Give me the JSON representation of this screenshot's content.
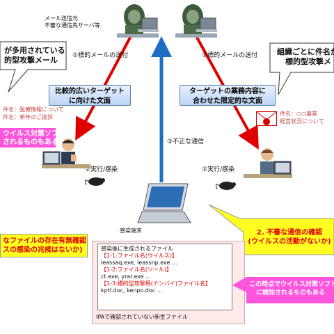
{
  "sender": {
    "caption_line1": "メール送信元",
    "caption_line2": "不審な通信先サーバ等"
  },
  "steps": {
    "send_left": "①標的メールの送付",
    "send_right": "①標的メールの送付",
    "infect_left": "②実行/感染",
    "infect_right": "②実行/感染",
    "bad_comm": "③不正な通信"
  },
  "callout_top_left": {
    "line1": "が多用されている",
    "line2": "的型攻撃メール"
  },
  "callout_top_right": {
    "line1": "組織ごとに件名が",
    "line2": "標的型攻撃メ"
  },
  "label_left": {
    "line1": "比較的広いターゲット",
    "line2": "に向けた文面"
  },
  "label_right": {
    "line1": "ターゲットの業務内容に",
    "line2": "合わせた限定的な文面"
  },
  "subject_left": {
    "line1": "件名：医療情報について",
    "line2": "件名：新年のご挨拶"
  },
  "subject_right": {
    "line1": "件名：○○事業",
    "line2": "経営状況について"
  },
  "callout_av_left": {
    "line1": "ウイルス対策ソフト",
    "line2": "されるものもある"
  },
  "infected_terminal": "感染端末",
  "callout_check_left": {
    "line1": "なファイルの存在有無確認",
    "line2": "スの感染の兆候はないか)"
  },
  "callout_check_right": {
    "line1": "2. 不審な通信の確認",
    "line2": "(ウイルスの活動がないか)"
  },
  "files_panel": {
    "header": "感染後に生成されるファイル",
    "items": [
      "【1-1:ファイル名(ウイルス)】",
      "leassaq.exe, leassnp.exe ...",
      "【1-2:ファイル名(ツール)】",
      "ct.exe, yrar.exe ...",
      "【1-3:標的型攻撃用(ナンバイ)ファイル名】",
      "kptl.doc, kenpo.doc ..."
    ],
    "footer": "IPAで確認されていない新生ファイル"
  },
  "callout_av_right": {
    "line1": "この時点でウイルス対策ソフト",
    "line2": "に検知されるものもある"
  },
  "colors": {
    "arrow_red": "#e00000",
    "arrow_blue": "#1e6fc4",
    "callout_yellow": "#ffff22",
    "callout_pink": "#ff55dd"
  }
}
